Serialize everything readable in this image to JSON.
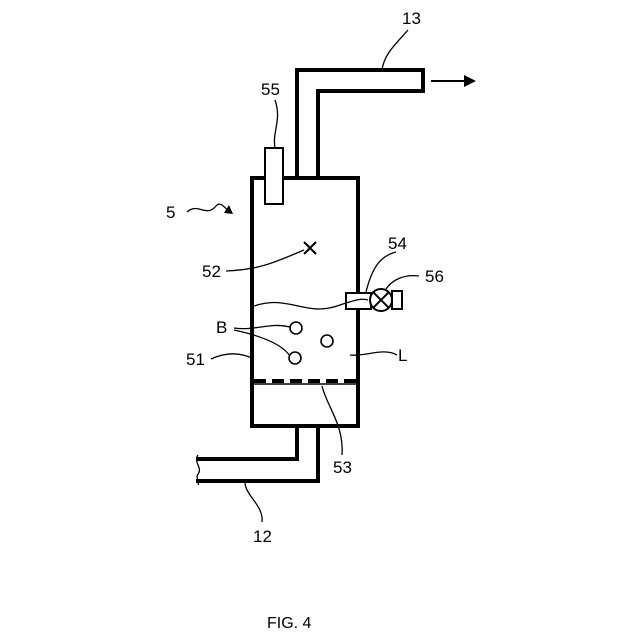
{
  "figure": {
    "caption": "FIG. 4"
  },
  "labels": {
    "ref_5": "5",
    "ref_12": "12",
    "ref_13": "13",
    "ref_51": "51",
    "ref_52": "52",
    "ref_53": "53",
    "ref_54": "54",
    "ref_55": "55",
    "ref_56": "56",
    "ref_B": "B",
    "ref_L": "L"
  }
}
